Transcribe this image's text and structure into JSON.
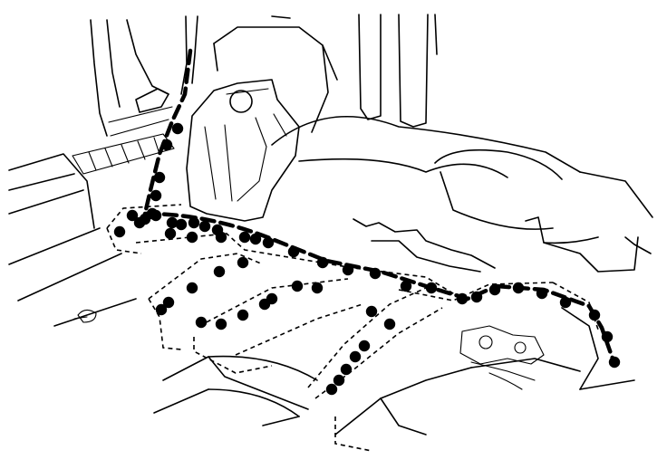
{
  "diagram": {
    "style": "monochrome line drawing",
    "colors": {
      "background": "#ffffff",
      "ink": "#000000"
    },
    "marks": {
      "spot_weld": "filled-dot",
      "sealer_bead": "thick-dashed-line",
      "hidden_edge": "dashed-line"
    },
    "spot_weld_count": 55
  }
}
